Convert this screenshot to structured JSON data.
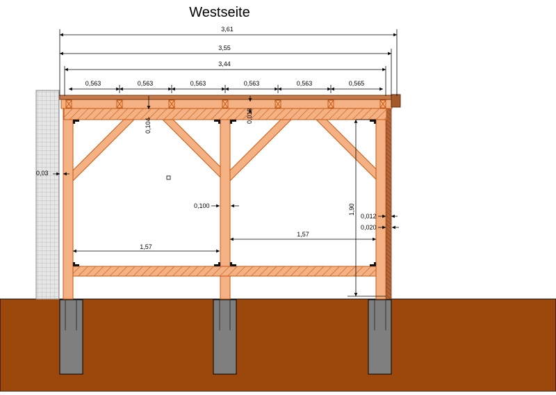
{
  "title": "Westseite",
  "dimensions": {
    "total_overall": "3,61",
    "total_middle": "3,55",
    "total_inner": "3,44",
    "rafter_spacings": [
      "0,563",
      "0,563",
      "0,563",
      "0,563",
      "0,563",
      "0,565"
    ],
    "beam_height": "0,104",
    "purlin_height": "0,018",
    "wall_gap": "0,03",
    "post_width": "0,100",
    "span_left": "1,57",
    "span_right": "1,57",
    "post_height": "1,90",
    "edge_small": "0,012",
    "edge_board": "0,020"
  },
  "colors": {
    "wood": "#f4b183",
    "wood_dark": "#c65911",
    "ground": "#9c470c",
    "foundation": "#7f7f7f",
    "wall": "#d9d9d9",
    "roof_board": "#c77a4a"
  }
}
